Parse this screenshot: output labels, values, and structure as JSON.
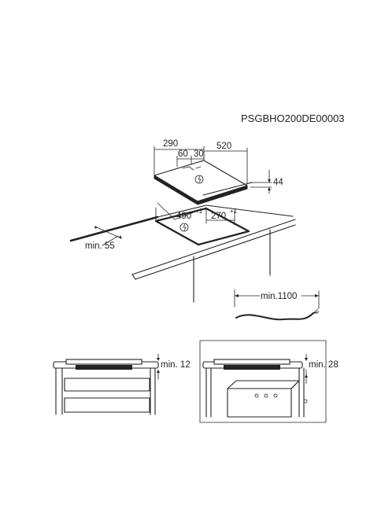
{
  "figure_id": "PSGBHO200DE00003",
  "top_view": {
    "width_total": "290",
    "depth_total": "520",
    "offset_left": "60",
    "offset_right": "30",
    "thickness": "44"
  },
  "cutout_view": {
    "cut_width": "490",
    "cut_width_tol": "+1",
    "cut_depth": "270",
    "cut_depth_tol": "+1",
    "min_edge": "min. 55"
  },
  "cable_view": {
    "cable_min": "min.1100"
  },
  "section_left": {
    "clearance": "min. 12"
  },
  "section_right": {
    "clearance": "min. 28"
  },
  "colors": {
    "line": "#222222",
    "background": "#ffffff"
  }
}
